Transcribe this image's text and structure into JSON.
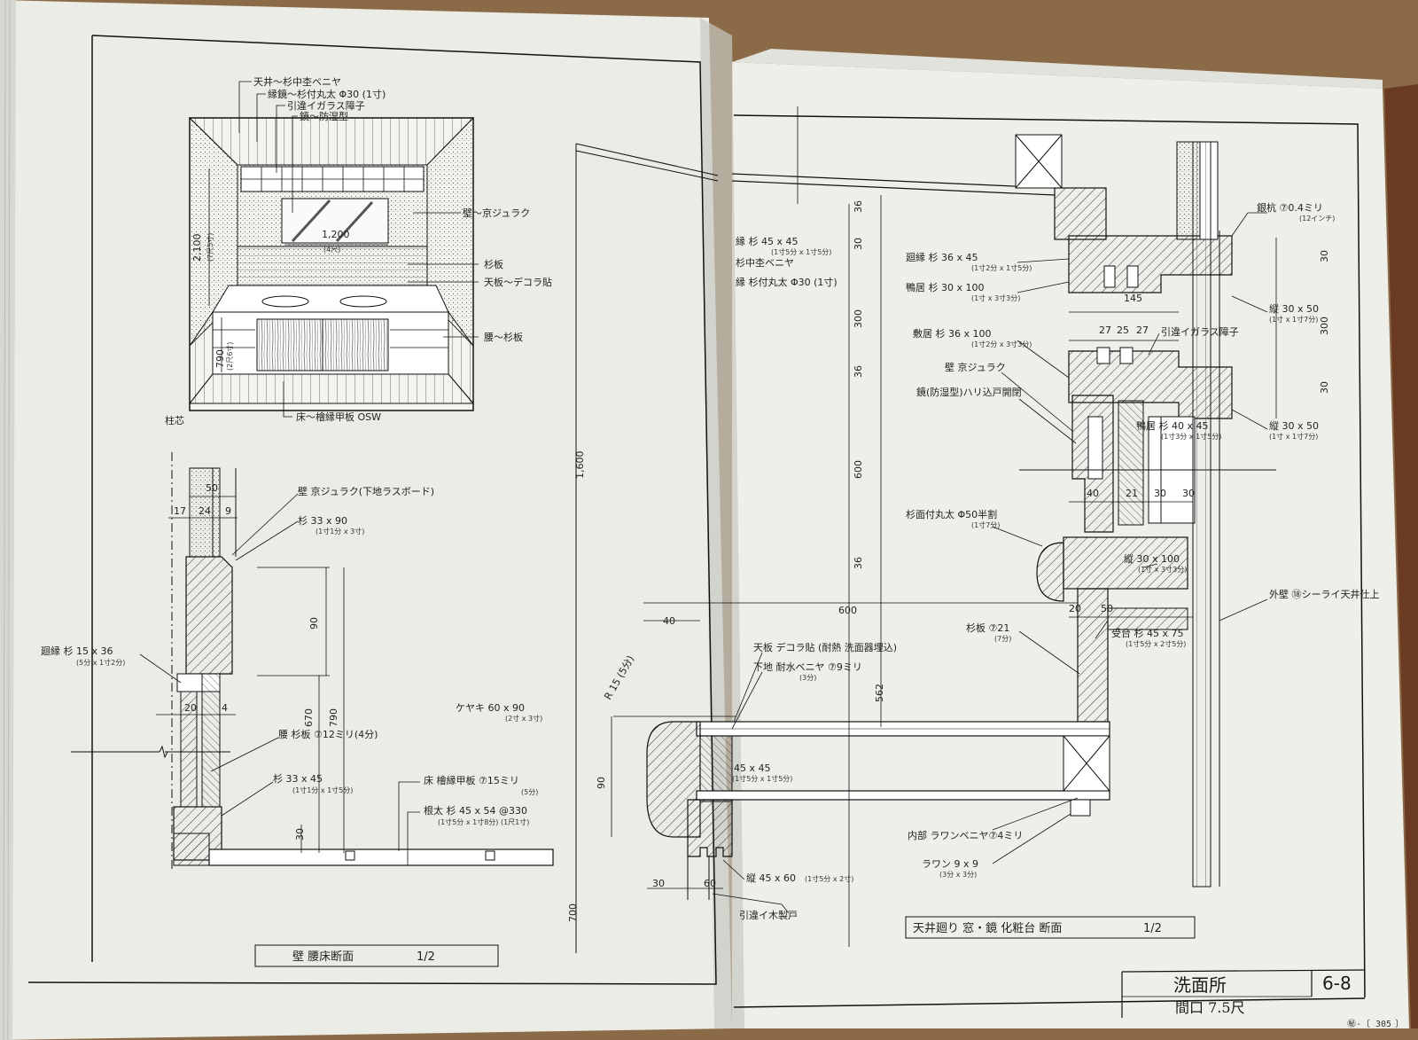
{
  "title_block": {
    "room": "洗面所",
    "frontage": "間口 7.5尺",
    "sheet": "6-8"
  },
  "page_number": "305",
  "page_prefix": "㊙-〔",
  "page_suffix": "〕",
  "captions": {
    "left": "壁 腰床断面",
    "left_scale": "1/2",
    "right": "天井廻り 窓・鏡 化粧台 断面",
    "right_scale": "1/2"
  },
  "perspective_labels": [
    "天井～杉中杢ベニヤ",
    "縁鏡～杉付丸太 Φ30 (1寸)",
    "引違イガラス障子",
    "鏡～防湿型",
    "壁～京ジュラク",
    "杉板",
    "天板～デコラ貼",
    "腰～杉板",
    "床～檜縁甲板 OSW"
  ],
  "perspective_dims": {
    "width": "1,200",
    "width_sub": "(4尺)",
    "height": "2,100",
    "height_sub": "(7尺5寸)",
    "counter": "790",
    "counter_sub": "(2尺6寸)"
  },
  "left_labels": {
    "pillar": "柱芯",
    "wall": "壁 京ジュラク(下地ラスボード)",
    "sugi1": "杉 33 x 90",
    "sugi1_sub": "(1寸1分 x 3寸)",
    "mawari": "廻縁 杉 15 x 36",
    "mawari_sub": "(5分 x 1寸2分)",
    "koshi": "腰 杉板 ⑦12ミリ(4分)",
    "sugi2": "杉 33 x 45",
    "sugi2_sub": "(1寸1分 x 1寸5分)",
    "floor": "床 檜縁甲板 ⑦15ミリ",
    "floor_sub": "(5分)",
    "neda": "根太 杉 45 x 54 @330",
    "neda_sub": "(1寸5分 x 1寸8分) (1尺1寸)"
  },
  "left_dims": [
    "50",
    "17",
    "24",
    "9",
    "90",
    "670",
    "790",
    "30",
    "20",
    "4"
  ],
  "right_labels": {
    "sugi_veneer": "杉中杢ベニヤ",
    "sugi_top": "縁 杉 45 x 45",
    "sugi_top_sub": "(1寸5分 x 1寸5分)",
    "maruta": "縁 杉付丸太 Φ30 (1寸)",
    "mawari": "廻縁 杉 36 x 45",
    "mawari_sub": "(1寸2分 x 1寸5分)",
    "kamoi": "鴨居 杉 30 x 100",
    "kamoi_sub": "(1寸 x 3寸3分)",
    "shikii": "敷居 杉 36 x 100",
    "shikii_sub": "(1寸2分 x 3寸3分)",
    "wall": "壁 京ジュラク",
    "mirror": "鏡(防湿型)ハリ込戸開閉",
    "tenjin": "銀杭 ⑦0.4ミリ",
    "tenjin_sub": "(12インチ)",
    "wa1": "縦 30 x 50",
    "wa1_sub": "(1寸 x 1寸7分)",
    "glass": "引違イガラス障子",
    "kamoi2": "鴨居 杉 40 x 45",
    "kamoi2_sub": "(1寸3分 x 1寸5分)",
    "wa2": "縦 30 x 50",
    "wa2_sub": "(1寸 x 1寸7分)",
    "sugi_maruta": "杉面付丸太 Φ50半割",
    "sugi_maruta_sub": "(1寸7分)",
    "sill": "縦 30 x 100",
    "sill_sub": "(1寸 x 3寸3分)",
    "outer": "外壁 ⑱シーライ天井仕上",
    "sugiita": "杉板 ⑦21",
    "sugiita_sub": "(7分)",
    "base": "受台 杉 45 x 75",
    "base_sub": "(1寸5分 x 2寸5分)",
    "counter": "天板 デコラ貼 (耐熱 洗面器埋込)",
    "counter2": "下地 耐水ベニヤ ⑦9ミリ",
    "counter2_sub": "(3分)",
    "kakomi": "ケヤキ 60 x 90",
    "kakomi_sub": "(2寸 x 3寸)",
    "r": "R 15 (5分)",
    "sub45": "45 x 45",
    "sub45_sub": "(1寸5分 x 1寸5分)",
    "inner": "内部 ラワンベニヤ⑦4ミリ",
    "lauan": "ラワン 9 x 9",
    "lauan_sub": "(3分 x 3分)",
    "frame": "縦 45 x 60",
    "frame_sub": "(1寸5分 x 2寸)",
    "door": "引違イ木製戸"
  },
  "right_dims": [
    "36",
    "30",
    "300",
    "36",
    "600",
    "36",
    "1,600",
    "600",
    "40",
    "562",
    "90",
    "700",
    "30",
    "60",
    "145",
    "27",
    "25",
    "27",
    "30",
    "300",
    "30",
    "40",
    "21",
    "30",
    "30",
    "50",
    "20"
  ]
}
